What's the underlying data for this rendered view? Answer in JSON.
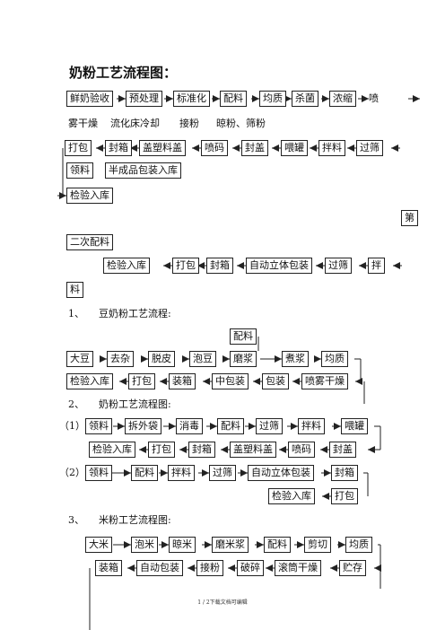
{
  "title": "奶粉工艺流程图：",
  "main": {
    "row1": [
      "鲜奶验收",
      "预处理",
      "标准化",
      "配料",
      "均质",
      "杀菌",
      "浓缩",
      "喷"
    ],
    "row2": [
      "雾干燥",
      "流化床冷却",
      "接粉",
      "晾粉、筛粉"
    ],
    "row3": [
      "打包",
      "封箱",
      "盖塑料盖",
      "喷码",
      "封盖",
      "喂罐",
      "拌料",
      "过筛"
    ],
    "row4": [
      "领料",
      "半成品包装入库"
    ],
    "row5": [
      "检验入库"
    ],
    "side": "第",
    "row6": [
      "二次配料"
    ],
    "row7": [
      "检验入库",
      "打包",
      "封箱",
      "自动立体包装",
      "过筛",
      "拌"
    ],
    "row8": [
      "料"
    ]
  },
  "soy": {
    "heading_num": "1、",
    "heading": "豆奶粉工艺流程:",
    "top": "配料",
    "row1": [
      "大豆",
      "去杂",
      "脱皮",
      "泡豆",
      "磨浆",
      "煮浆",
      "均质"
    ],
    "row2": [
      "检验入库",
      "打包",
      "装箱",
      "中包装",
      "包装",
      "喷雾干燥"
    ]
  },
  "milk": {
    "heading_num": "2、",
    "heading": "奶粉工艺流程图:",
    "label1": "（1）",
    "row1": [
      "领料",
      "拆外袋",
      "消毒",
      "配料",
      "过筛",
      "拌料",
      "喂罐"
    ],
    "row2": [
      "检验入库",
      "打包",
      "封箱",
      "盖塑料盖",
      "喷码",
      "封盖"
    ],
    "label2": "（2）",
    "row3": [
      "领料",
      "配料",
      "拌料",
      "过筛",
      "自动立体包装",
      "封箱"
    ],
    "row4": [
      "检验入库",
      "打包"
    ]
  },
  "rice": {
    "heading_num": "3、",
    "heading": "米粉工艺流程图:",
    "row1": [
      "大米",
      "泡米",
      "晾米",
      "磨米浆",
      "配料",
      "剪切",
      "均质"
    ],
    "row2": [
      "装箱",
      "自动包装",
      "接粉",
      "破碎",
      "滚筒干燥",
      "贮存"
    ]
  },
  "footer": "1 / 2下载文档可编辑"
}
